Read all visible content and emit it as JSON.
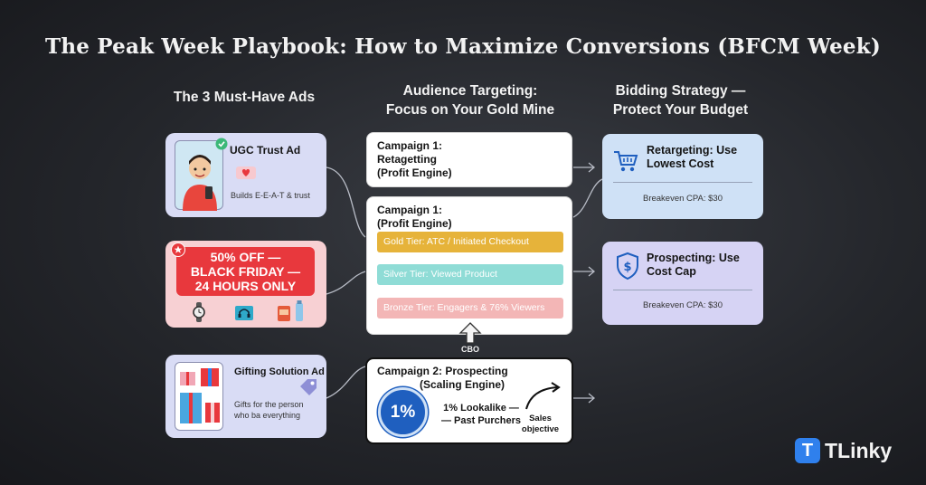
{
  "title": "The Peak Week Playbook: How to Maximize Conversions (BFCM Week)",
  "columns": {
    "ads": "The 3 Must-Have Ads",
    "audience_line1": "Audience Targeting:",
    "audience_line2": "Focus on Your Gold Mine",
    "bidding_line1": "Bidding Strategy —",
    "bidding_line2": "Protect Your Budget"
  },
  "ads": {
    "ugc": {
      "title": "UGC Trust Ad",
      "caption": "Builds E-E-A-T & trust"
    },
    "promo": {
      "line1": "50% OFF —",
      "line2": "BLACK FRIDAY —",
      "line3": "24 HOURS ONLY"
    },
    "gifting": {
      "title": "Gifting Solution Ad",
      "caption_line1": "Gifts for the person",
      "caption_line2": "who ba everything"
    }
  },
  "campaigns": {
    "retargeting": {
      "line1": "Campaign 1:",
      "line2": "Retagetting",
      "line3": "(Profit Engine)"
    },
    "tiers_card": {
      "line1": "Campaign 1:",
      "line2": "(Profit Engine)"
    },
    "tiers": [
      {
        "label": "Gold Tier: ATC / Initiated Checkout",
        "color": "#e6b33a"
      },
      {
        "label": "Silver Tier: Viewed Product",
        "color": "#8fdcd6"
      },
      {
        "label": "Bronze Tier: Engagers & 76% Viewers",
        "color": "#f3b6b6"
      }
    ],
    "cbo": "CBO",
    "prospecting": {
      "line1": "Campaign 2: Prospecting",
      "line2": "(Scaling Engine)",
      "badge": "1%",
      "lookalike_line1": "1% Lookalike —",
      "lookalike_line2": "— Past Purchers",
      "objective_line1": "Sales",
      "objective_line2": "objective"
    }
  },
  "bidding": {
    "retargeting": {
      "line1": "Retargeting: Use",
      "line2": "Lowest Cost",
      "cpa": "Breakeven CPA: $30"
    },
    "prospecting": {
      "line1": "Prospecting: Use",
      "line2": "Cost Cap",
      "cpa": "Breakeven CPA: $30"
    }
  },
  "brand": {
    "name": "TLinky",
    "icon": "T"
  },
  "colors": {
    "accent_blue": "#1f5fbf",
    "promo_red": "#e8383d",
    "brand_blue": "#2f80ed"
  }
}
